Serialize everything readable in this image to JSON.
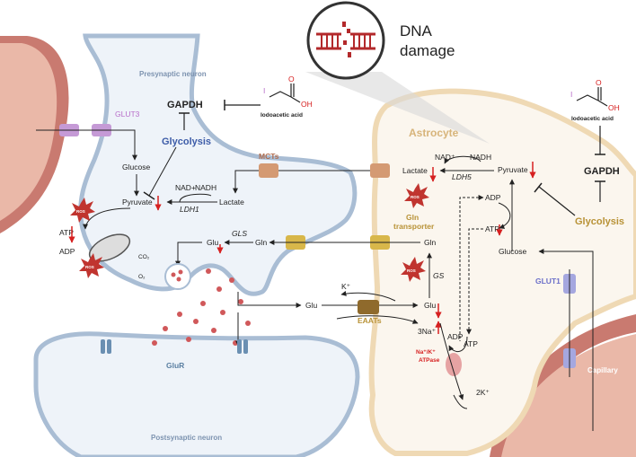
{
  "title": {
    "line1": "DNA",
    "line2": "damage"
  },
  "cells": {
    "presynaptic": "Presynaptic neuron",
    "postsynaptic": "Postsynaptic neuron",
    "astrocyte": "Astrocyte",
    "capillary": "Capillary"
  },
  "transporters": {
    "glut3": "GLUT3",
    "glut1": "GLUT1",
    "mcts": "MCTs",
    "gln_line1": "Gln",
    "gln_line2": "transporter",
    "eaats": "EAATs",
    "glur": "GluR",
    "nak_line1": "Na⁺/K⁺",
    "nak_line2": "ATPase"
  },
  "neuron_labels": {
    "gapdh": "GAPDH",
    "glycolysis": "Glycolysis",
    "iodo": "Iodoacetic acid",
    "iodo_i": "I",
    "iodo_o": "O",
    "iodo_oh": "OH",
    "glucose": "Glucose",
    "pyruvate": "Pyruvate",
    "lactate": "Lactate",
    "nadp": "NAD+",
    "nadh": "NADH",
    "ldh1": "LDH1",
    "atp": "ATP",
    "adp": "ADP",
    "co2": "CO₂",
    "o2": "O₂",
    "glu": "Glu",
    "gln": "Gln",
    "gls": "GLS",
    "ros": "ROS"
  },
  "astro_labels": {
    "gapdh": "GAPDH",
    "glycolysis": "Glycolysis",
    "iodo": "Iodoacetic acid",
    "iodo_i": "I",
    "iodo_o": "O",
    "iodo_oh": "OH",
    "lactate": "Lactate",
    "pyruvate": "Pyruvate",
    "nadp": "NAD⁺",
    "nadh": "NADH",
    "ldh5": "LDH5",
    "adp": "ADP",
    "atp": "ATP",
    "glucose": "Glucose",
    "gln": "Gln",
    "glu": "Glu",
    "gs": "GS",
    "kplus": "K⁺",
    "na3": "3Na⁺",
    "k2": "2K⁺",
    "adp2": "ADP",
    "atp2": "ATP",
    "glu_cleft": "Glu",
    "ros": "ROS"
  },
  "colors": {
    "neuron_fill": "#eef3f9",
    "neuron_edge": "#a9bdd4",
    "astro_fill": "#fbf6ee",
    "astro_edge": "#efd9b4",
    "vessel_outer": "#c97a70",
    "vessel_inner": "#eab8a8",
    "mct": "#d49a73",
    "gln_tr": "#d8b74a",
    "eaat": "#8f6a2c",
    "glut": "#c59ad6",
    "glut1": "#a5a7df",
    "glur": "#6a8fb2",
    "ros": "#c0342f",
    "arrow_red": "#d62020",
    "glycolysis_blue": "#3d5ca8",
    "glycolysis_gold": "#b89236",
    "mcts_text": "#b06c4d",
    "gln_text": "#b89236",
    "glut3_text": "#b86ec9",
    "glut1_text": "#6b6fc9",
    "dna_red": "#b3292b"
  }
}
